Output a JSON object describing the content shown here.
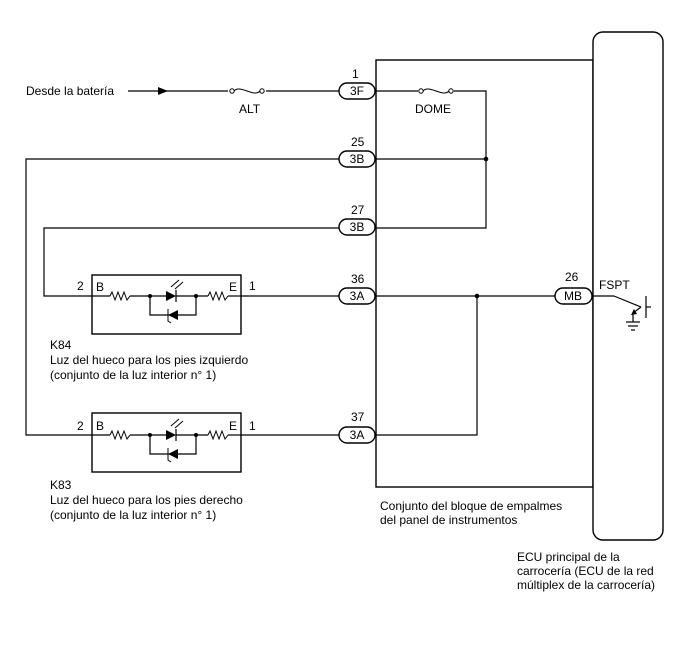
{
  "source": {
    "label": "Desde la batería"
  },
  "fuses": {
    "alt": "ALT",
    "dome": "DOME"
  },
  "connectors": {
    "c1": {
      "pin": "1",
      "code": "3F"
    },
    "c25": {
      "pin": "25",
      "code": "3B"
    },
    "c27": {
      "pin": "27",
      "code": "3B"
    },
    "c36": {
      "pin": "36",
      "code": "3A"
    },
    "c37": {
      "pin": "37",
      "code": "3A"
    },
    "c26": {
      "pin": "26",
      "code": "MB"
    }
  },
  "terminal": {
    "fspt": "FSPT"
  },
  "lights": {
    "k84": {
      "id": "K84",
      "name": "Luz del hueco para los pies izquierdo",
      "sub": "(conjunto de la luz interior n° 1)",
      "pin_left": "2",
      "pin_right": "1",
      "term_b": "B",
      "term_e": "E"
    },
    "k83": {
      "id": "K83",
      "name": "Luz del hueco para los pies derecho",
      "sub": "(conjunto de la luz interior n° 1)",
      "pin_left": "2",
      "pin_right": "1",
      "term_b": "B",
      "term_e": "E"
    }
  },
  "junction_block": {
    "line1": "Conjunto del bloque de empalmes",
    "line2": "del panel de instrumentos"
  },
  "ecu": {
    "line1": "ECU principal de la",
    "line2": "carrocería (ECU de la red",
    "line3": "múltiplex de la carrocería)"
  }
}
